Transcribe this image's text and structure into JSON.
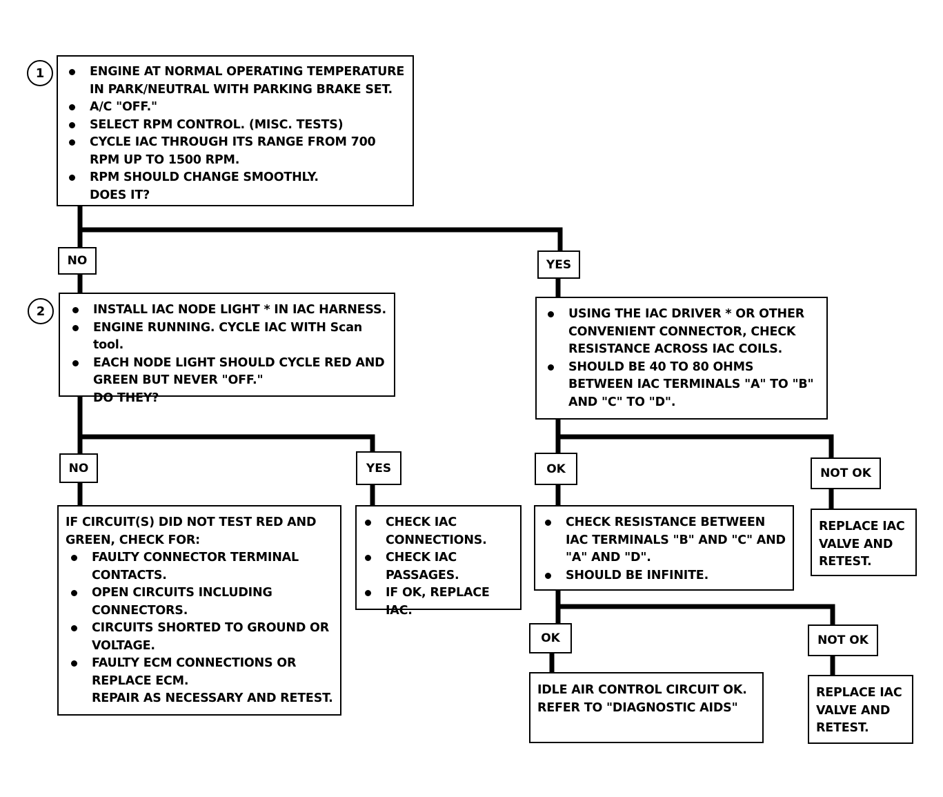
{
  "step_markers": [
    "1",
    "2"
  ],
  "box1": {
    "items": [
      "ENGINE AT NORMAL OPERATING TEMPERATURE IN PARK/NEUTRAL WITH PARKING BRAKE SET.",
      "A/C \"OFF.\"",
      "SELECT RPM CONTROL. (MISC. TESTS)",
      "CYCLE IAC THROUGH ITS RANGE FROM 700 RPM UP TO 1500 RPM.",
      "RPM SHOULD CHANGE SMOOTHLY."
    ],
    "question": "DOES IT?"
  },
  "labels": {
    "no": "NO",
    "yes": "YES",
    "ok": "OK",
    "not_ok": "NOT OK"
  },
  "box2": {
    "item1": "INSTALL IAC NODE LIGHT * IN IAC HARNESS.",
    "item2_prefix": "ENGINE RUNNING. CYCLE IAC WITH ",
    "item2_tool": "Scan tool.",
    "item3": "EACH NODE LIGHT SHOULD CYCLE RED AND GREEN BUT NEVER \"OFF.\"",
    "question": "DO THEY?"
  },
  "box_resistance": {
    "items": [
      "USING THE IAC DRIVER * OR OTHER CONVENIENT CONNECTOR, CHECK RESISTANCE ACROSS IAC COILS.",
      "SHOULD BE 40 TO 80 OHMS BETWEEN IAC TERMINALS \"A\" TO \"B\" AND \"C\" TO \"D\"."
    ]
  },
  "box_circuits": {
    "intro": "IF CIRCUIT(S) DID NOT TEST RED AND GREEN, CHECK FOR:",
    "items": [
      "FAULTY CONNECTOR TERMINAL CONTACTS.",
      "OPEN CIRCUITS INCLUDING CONNECTORS.",
      "CIRCUITS SHORTED TO GROUND OR VOLTAGE.",
      "FAULTY ECM CONNECTIONS OR REPLACE ECM."
    ],
    "closing": "REPAIR AS NECESSARY AND RETEST."
  },
  "box_check_iac": {
    "items": [
      "CHECK IAC CONNECTIONS.",
      "CHECK IAC PASSAGES.",
      "IF OK, REPLACE IAC."
    ]
  },
  "box_infinite": {
    "items": [
      "CHECK RESISTANCE BETWEEN IAC TERMINALS \"B\" AND \"C\" AND \"A\" AND \"D\".",
      "SHOULD BE INFINITE."
    ]
  },
  "box_replace_1": {
    "text": "REPLACE IAC VALVE AND RETEST."
  },
  "box_replace_2": {
    "text": "REPLACE IAC VALVE AND RETEST."
  },
  "box_circuit_ok": {
    "text": "IDLE AIR CONTROL CIRCUIT OK. REFER TO \"DIAGNOSTIC AIDS\""
  }
}
